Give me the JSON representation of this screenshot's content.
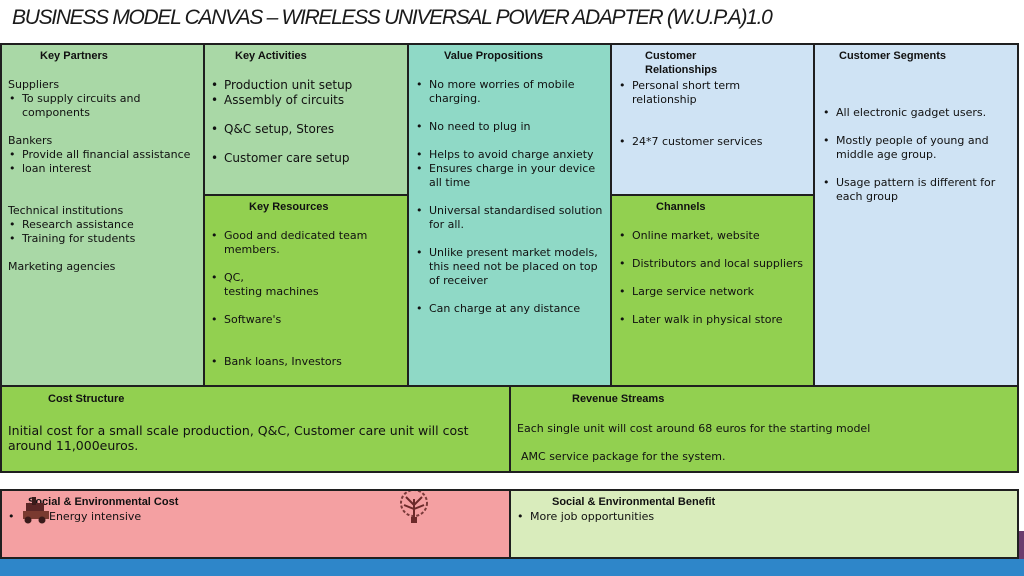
{
  "title": "BUSINESS MODEL CANVAS – WIRELESS UNIVERSAL POWER ADAPTER (W.U.P.A)1.0",
  "key_partners": {
    "heading": "Key Partners",
    "suppliers": "Suppliers",
    "suppliers_items": [
      "To supply circuits and components"
    ],
    "bankers": "Bankers",
    "bankers_items": [
      "Provide all financial assistance",
      "loan interest"
    ],
    "technical": "Technical institutions",
    "technical_items": [
      "Research assistance",
      "Training for students"
    ],
    "marketing": "Marketing agencies"
  },
  "key_activities": {
    "heading": "Key Activities",
    "items": [
      "Production unit setup",
      "Assembly of circuits",
      "Q&C setup, Stores",
      "Customer care  setup"
    ]
  },
  "key_resources": {
    "heading": "Key Resources",
    "items": [
      "Good and dedicated team members.",
      "QC,",
      "testing machines",
      "Software's",
      "Bank loans, Investors"
    ]
  },
  "value_propositions": {
    "heading": "Value Propositions",
    "items": [
      "No more worries of mobile charging.",
      "No need to plug in",
      "Helps to avoid charge anxiety",
      "Ensures charge in your device all time",
      "Universal standardised solution for all.",
      "Unlike present market models, this need not be placed on top of receiver",
      "Can charge at any distance"
    ]
  },
  "customer_relationships": {
    "heading_1": "Customer",
    "heading_2": "Relationships",
    "items": [
      "Personal  short term relationship",
      "24*7 customer services"
    ]
  },
  "channels": {
    "heading": "Channels",
    "items": [
      "Online market, website",
      "Distributors and local suppliers",
      "Large service network",
      "Later walk in physical store"
    ]
  },
  "customer_segments": {
    "heading": "Customer Segments",
    "items": [
      "All electronic gadget users.",
      "Mostly people of young and middle age group.",
      "Usage pattern is different for each group"
    ]
  },
  "cost_structure": {
    "heading": "Cost Structure",
    "text": "Initial cost for a small scale production, Q&C, Customer care unit will cost around 11,000euros."
  },
  "revenue_streams": {
    "heading": "Revenue Streams",
    "text_1": "Each single unit will cost around 68 euros for the starting  model",
    "text_2": "AMC service package for the system."
  },
  "social_cost": {
    "heading": "Social & Environmental Cost",
    "items": [
      "Energy intensive"
    ]
  },
  "social_benefit": {
    "heading": "Social & Environmental Benefit",
    "items": [
      "More job opportunities"
    ]
  },
  "colors": {
    "green": "#92d050",
    "light_green": "#a9d8a6",
    "teal": "#8fd9c6",
    "light_blue": "#cfe3f4",
    "pink": "#f4a0a2",
    "pale_green": "#d9ecbc",
    "purple_band": "#6b3d6e",
    "blue_band": "#2e86c9"
  }
}
